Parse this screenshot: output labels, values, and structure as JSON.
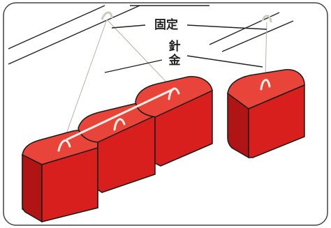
{
  "labels": {
    "fixed": "固定",
    "wire_line1": "針",
    "wire_line2": "金"
  },
  "colors": {
    "block_front": "#d91e1e",
    "block_top": "#e8443a",
    "block_side": "#c01818",
    "outline": "#1a1a1a",
    "wire": "#f4f0e8",
    "leader": "#222222",
    "background": "#ffffff",
    "frame": "#444444"
  }
}
